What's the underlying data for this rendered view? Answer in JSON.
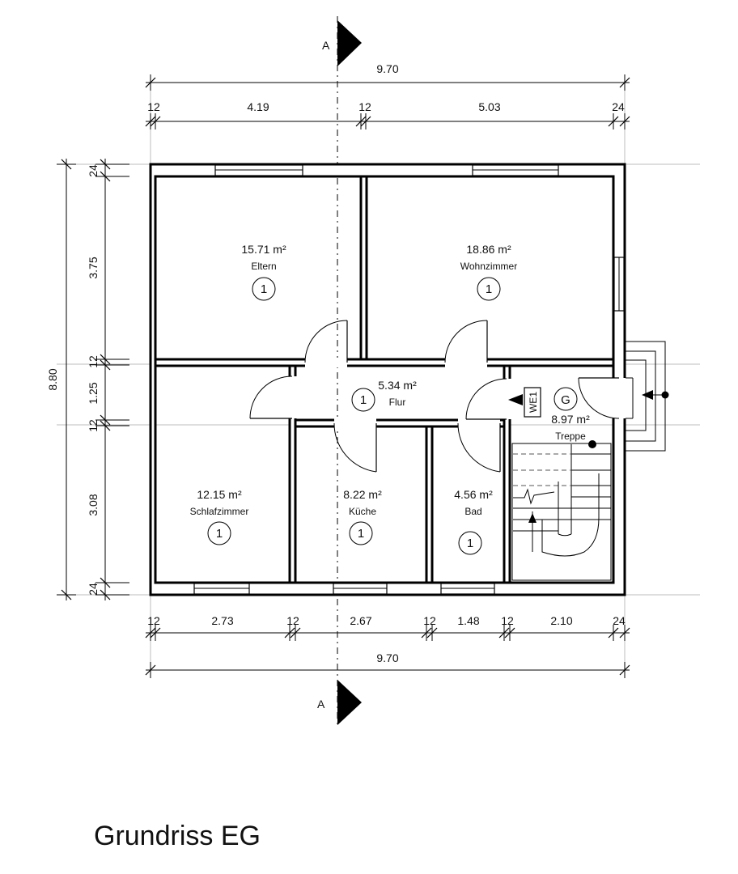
{
  "title": "Grundriss EG",
  "section_marker": "A",
  "dimensions": {
    "top_total": "9.70",
    "top_segments": [
      "12",
      "4.19",
      "12",
      "5.03",
      "24"
    ],
    "bottom_segments": [
      "12",
      "2.73",
      "12",
      "2.67",
      "12",
      "1.48",
      "12",
      "2.10",
      "24"
    ],
    "bottom_total": "9.70",
    "left_total": "8.80",
    "left_segments": [
      "24",
      "3.75",
      "12",
      "1.25",
      "12",
      "3.08",
      "24"
    ]
  },
  "rooms": {
    "eltern": {
      "area": "15.71 m²",
      "name": "Eltern",
      "level": "1"
    },
    "wohnzimmer": {
      "area": "18.86 m²",
      "name": "Wohnzimmer",
      "level": "1"
    },
    "flur": {
      "area": "5.34 m²",
      "name": "Flur",
      "level": "1"
    },
    "treppe": {
      "area": "8.97 m²",
      "name": "Treppe",
      "level": "G"
    },
    "schlafzimmer": {
      "area": "12.15 m²",
      "name": "Schlafzimmer",
      "level": "1"
    },
    "kueche": {
      "area": "8.22 m²",
      "name": "Küche",
      "level": "1"
    },
    "bad": {
      "area": "4.56 m²",
      "name": "Bad",
      "level": "1"
    }
  },
  "entrance_label": "WE1"
}
